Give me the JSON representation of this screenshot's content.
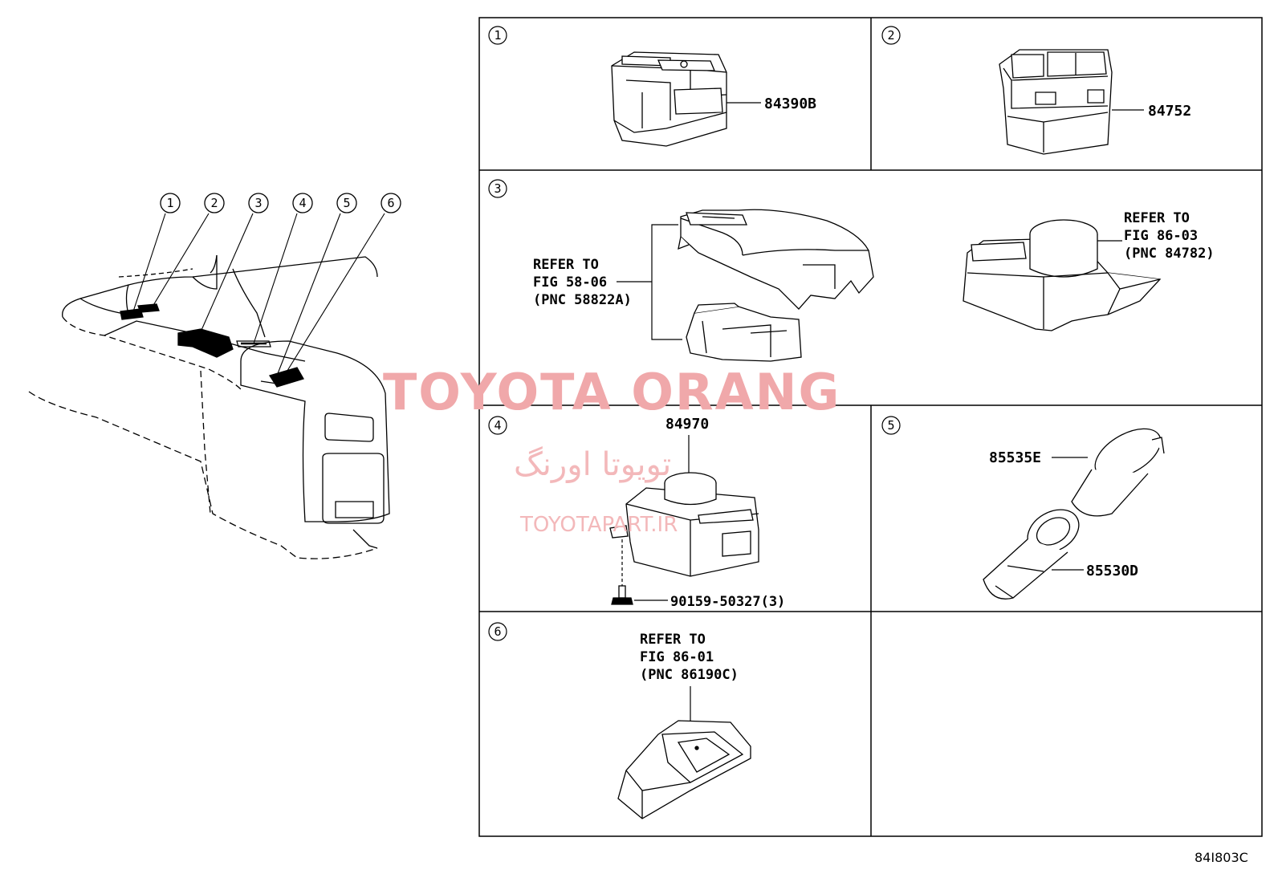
{
  "watermark": {
    "main": "TOYOTA ORANG",
    "farsi": "تویوتا اورنگ",
    "site": "TOYOTAPART.IR"
  },
  "callouts": [
    "1",
    "2",
    "3",
    "4",
    "5",
    "6"
  ],
  "panels": {
    "p1": {
      "number": "1",
      "part": "84390B"
    },
    "p2": {
      "number": "2",
      "part": "84752"
    },
    "p3": {
      "number": "3",
      "ref_left": [
        "REFER TO",
        "FIG 58-06",
        "(PNC 58822A)"
      ],
      "ref_right": [
        "REFER TO",
        "FIG 86-03",
        "(PNC 84782)"
      ]
    },
    "p4": {
      "number": "4",
      "part_top": "84970",
      "part_bolt": "90159-50327(3)"
    },
    "p5": {
      "number": "5",
      "part_cap": "85535E",
      "part_socket": "85530D"
    },
    "p6": {
      "number": "6",
      "ref": [
        "REFER TO",
        "FIG 86-01",
        "(PNC 86190C)"
      ]
    }
  },
  "diagram_code": "84I803C"
}
